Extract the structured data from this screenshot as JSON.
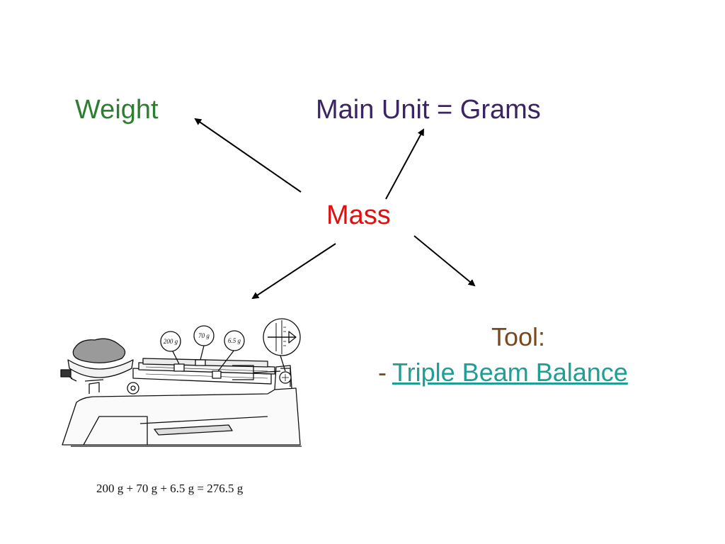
{
  "concept_map": {
    "center": "Mass",
    "weight": "Weight",
    "main_unit": "Main Unit = Grams",
    "tool_title": "Tool:",
    "tool_dash": "-",
    "tool_name": "Triple Beam Balance"
  },
  "balance_figure": {
    "rider_labels": [
      "200 g",
      "70 g",
      "6.5 g"
    ],
    "equation": "200 g + 70 g + 6.5 g = 276.5 g"
  },
  "colors": {
    "weight": "#2e7d32",
    "main_unit": "#3b2462",
    "mass": "#e01010",
    "tool_title": "#7a4a1e",
    "tool_link": "#1f9e95"
  }
}
